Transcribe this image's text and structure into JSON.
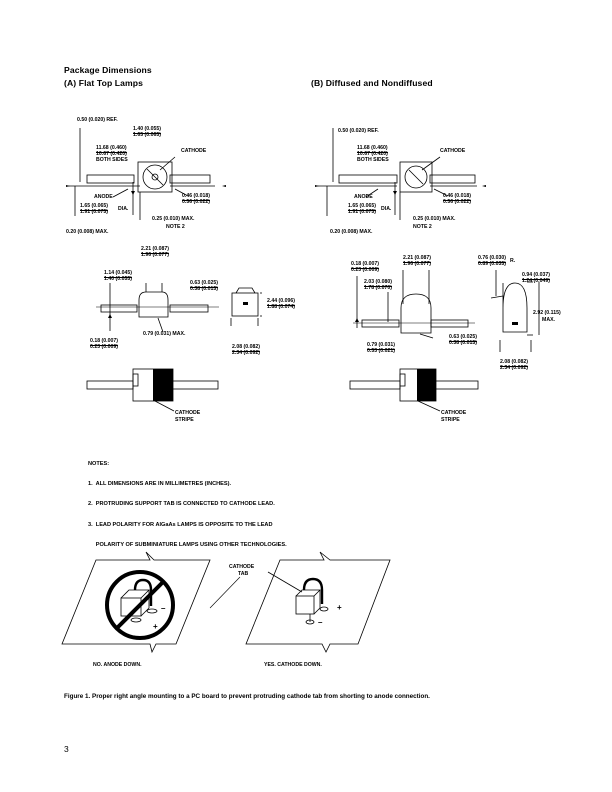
{
  "header": {
    "title": "Package Dimensions",
    "section_a": "(A) Flat Top Lamps",
    "section_b": "(B) Diffused and Nondiffused"
  },
  "diagram_a": {
    "ref": "0.50 (0.020) REF.",
    "tab_top": "1.40 (0.055)",
    "tab_bot": "1.65 (0.065)",
    "len_top": "11.68 (0.460)",
    "len_bot": "10.67 (0.420)",
    "both_sides": "BOTH SIDES",
    "cathode": "CATHODE",
    "anode": "ANODE",
    "lead_top": "0.46 (0.018)",
    "lead_bot": "0.56 (0.022)",
    "dia_top": "1.65 (0.065)",
    "dia_bot": "1.91 (0.075)",
    "dia": "DIA.",
    "max1": "0.25 (0.010) MAX.",
    "note2": "NOTE 2",
    "max2": "0.20 (0.008) MAX.",
    "w_top": "2.21 (0.087)",
    "w_bot": "1.96 (0.077)",
    "h_top": "1.14 (0.045)",
    "h_bot": "1.40 (0.055)",
    "r_top": "0.63 (0.025)",
    "r_bot": "0.38 (0.015)",
    "ht_top": "2.44 (0.096)",
    "ht_bot": "1.88 (0.074)",
    "t_top": "0.18 (0.007)",
    "t_bot": "0.23 (0.009)",
    "max3": "0.79 (0.031) MAX.",
    "bw_top": "2.08 (0.082)",
    "bw_bot": "2.34 (0.092)",
    "stripe1": "CATHODE",
    "stripe2": "STRIPE"
  },
  "diagram_b": {
    "ref": "0.50 (0.020) REF.",
    "len_top": "11.68 (0.460)",
    "len_bot": "10.67 (0.420)",
    "both_sides": "BOTH SIDES",
    "cathode": "CATHODE",
    "anode": "ANODE",
    "lead_top": "0.46 (0.018)",
    "lead_bot": "0.56 (0.022)",
    "dia_top": "1.65 (0.065)",
    "dia_bot": "1.91 (0.075)",
    "dia": "DIA.",
    "max1": "0.25 (0.010) MAX.",
    "note2": "NOTE 2",
    "max2": "0.20 (0.008) MAX.",
    "w_top": "2.21 (0.087)",
    "w_bot": "1.96 (0.077)",
    "rr_top": "0.76 (0.030)",
    "rr_bot": "0.89 (0.035)",
    "rr": "R.",
    "t_top": "0.18 (0.007)",
    "t_bot": "0.23 (0.009)",
    "d_top": "2.03 (0.080)",
    "d_bot": "1.78 (0.070)",
    "x_top": "0.94 (0.037)",
    "x_bot": "1.24 (0.049)",
    "ht": "2.92 (0.115)",
    "max": "MAX.",
    "m_top": "0.79 (0.031)",
    "m_bot": "0.53 (0.021)",
    "r_top": "0.63 (0.025)",
    "r_bot": "0.38 (0.015)",
    "bw_top": "2.08 (0.082)",
    "bw_bot": "2.34 (0.092)",
    "stripe1": "CATHODE",
    "stripe2": "STRIPE"
  },
  "notes": {
    "title": "NOTES:",
    "n1": "1.  ALL DIMENSIONS ARE IN MILLIMETRES (INCHES).",
    "n2": "2.  PROTRUDING SUPPORT TAB IS CONNECTED TO CATHODE LEAD.",
    "n3": "3.  LEAD POLARITY FOR AlGaAs LAMPS IS OPPOSITE TO THE LEAD",
    "n3b": "     POLARITY OF SUBMINIATURE LAMPS USING OTHER TECHNOLOGIES."
  },
  "mounting": {
    "tab1": "CATHODE",
    "tab2": "TAB",
    "minus": "–",
    "plus": "+",
    "no": "NO.  ANODE DOWN.",
    "yes": "YES.  CATHODE DOWN."
  },
  "caption": "Figure 1. Proper right angle mounting to a PC board to prevent protruding cathode tab from shorting to anode connection.",
  "page_number": "3"
}
